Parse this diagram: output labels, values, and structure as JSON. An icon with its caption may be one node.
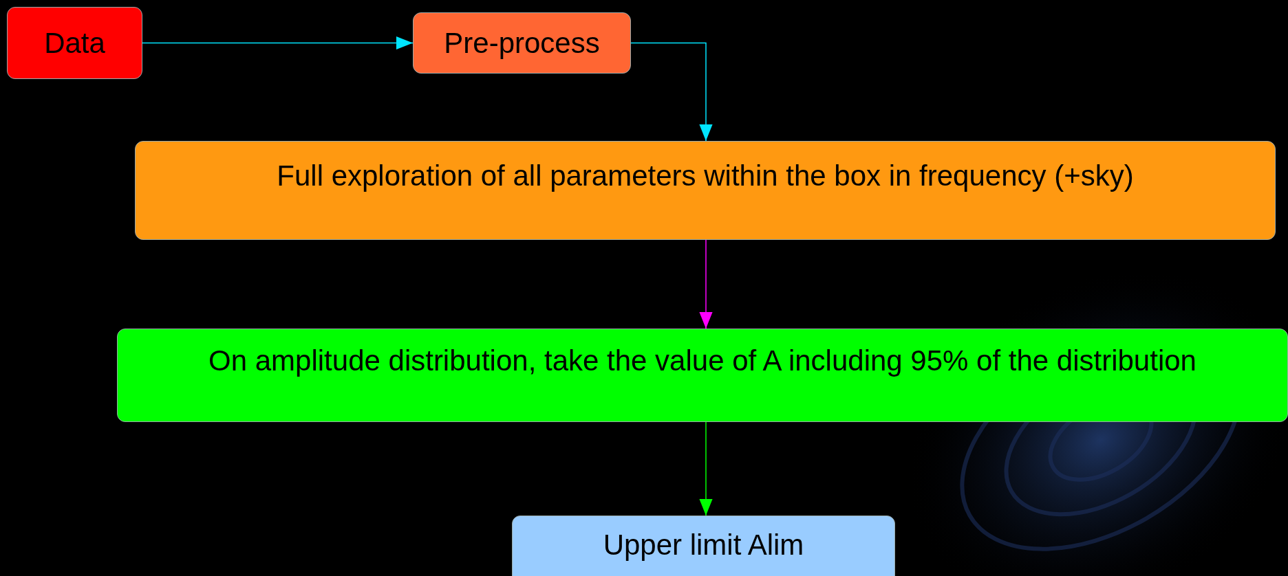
{
  "diagram": {
    "nodes": [
      {
        "text": [
          "Data"
        ]
      },
      {
        "text": [
          "Pre-process"
        ]
      },
      {
        "text": [
          "Full exploration of all parameters within the box in frequency (+sky)"
        ]
      },
      {
        "text": [
          "On amplitude distribution, take the value of A including 95% of the distribution"
        ]
      },
      {
        "text": [
          "Upper limit Alim"
        ]
      }
    ],
    "edges": [
      {
        "from": 0,
        "to": 1,
        "arrow": "to",
        "color": "#00e5ff"
      },
      {
        "from": 1,
        "to": 2,
        "arrow": "to",
        "color": "#00e5ff"
      },
      {
        "from": 2,
        "to": 3,
        "arrow": "to",
        "color": "#ff00ff"
      },
      {
        "from": 3,
        "to": 4,
        "arrow": "to",
        "color": "#00ff00"
      }
    ]
  }
}
